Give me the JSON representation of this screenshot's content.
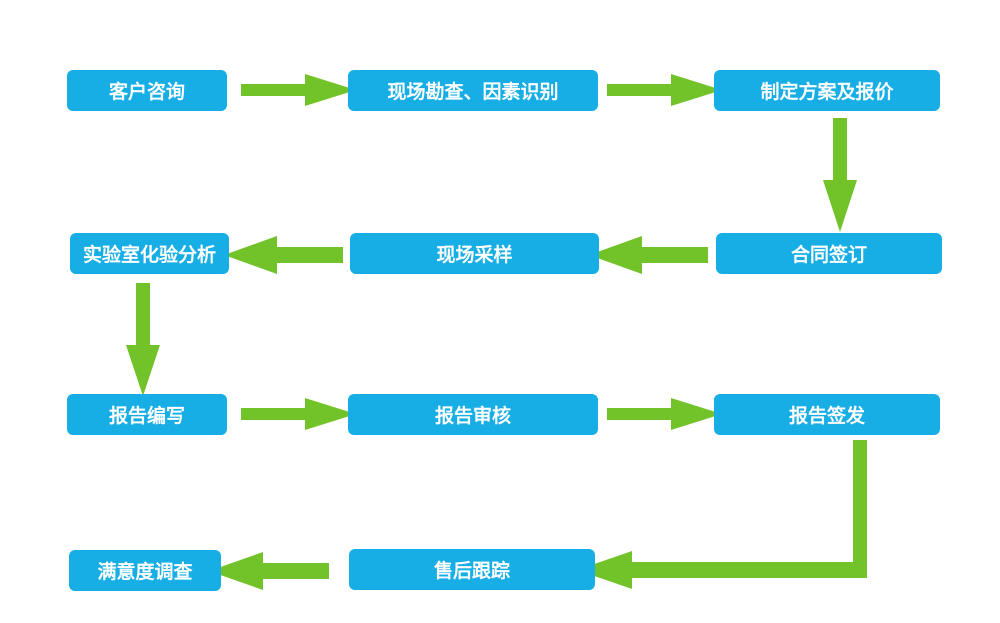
{
  "flowchart": {
    "steps": [
      "客户咨询",
      "现场勘查、因素识别",
      "制定方案及报价",
      "合同签订",
      "现场采样",
      "实验室化验分析",
      "报告编写",
      "报告审核",
      "报告签发",
      "售后跟踪",
      "满意度调查"
    ]
  },
  "colors": {
    "node_fill": "#17aee6",
    "node_text": "#ffffff",
    "arrow": "#72c22a",
    "background": "#ffffff"
  }
}
